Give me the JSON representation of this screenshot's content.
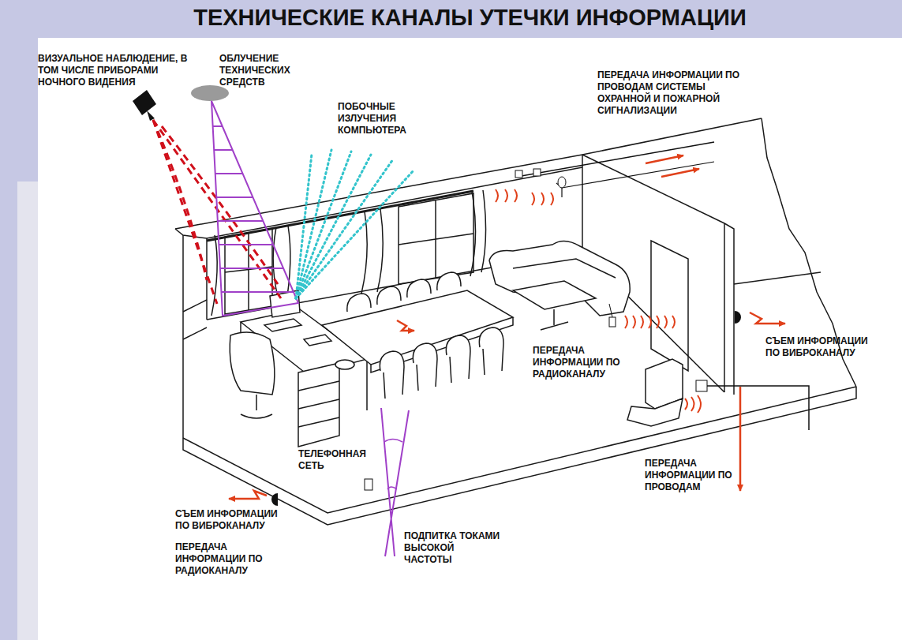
{
  "diagram": {
    "title": "ТЕХНИЧЕСКИЕ КАНАЛЫ УТЕЧКИ ИНФОРМАЦИИ",
    "labels": [
      "ВИЗУАЛЬНОЕ НАБЛЮДЕНИЕ, В ТОМ ЧИСЛЕ ПРИБОРАМИ НОЧНОГО ВИДЕНИЯ",
      "ОБЛУЧЕНИЕ ТЕХНИЧЕСКИХ СРЕДСТВ",
      "ПОБОЧНЫЕ ИЗЛУЧЕНИЯ КОМПЬЮТЕРА",
      "ПЕРЕДАЧА ИНФОРМАЦИИ ПО ПРОВОДАМ СИСТЕМЫ ОХРАННОЙ И ПОЖАРНОЙ СИГНАЛИЗАЦИИ",
      "ПЕРЕДАЧА ИНФОРМАЦИИ ПО РАДИОКАНАЛУ",
      "СЪЕМ ИНФОРМАЦИИ ПО ВИБРОКАНАЛУ",
      "ТЕЛЕФОННАЯ СЕТЬ",
      "ПЕРЕДАЧА ИНФОРМАЦИИ ПО ПРОВОДАМ",
      "СЪЕМ ИНФОРМАЦИИ ПО ВИБРОКАНАЛУ",
      "ПЕРЕДАЧА ИНФОРМАЦИИ ПО РАДИОКАНАЛУ",
      "ПОДПИТКА ТОКАМИ ВЫСОКОЙ ЧАСТОТЫ"
    ]
  }
}
